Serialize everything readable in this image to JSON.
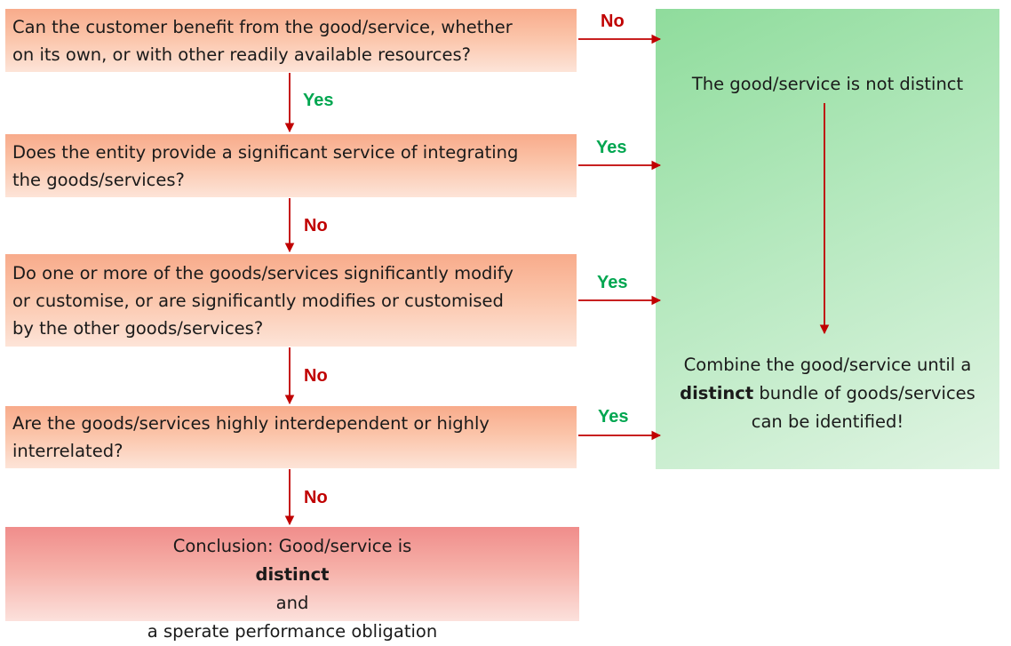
{
  "questions": [
    {
      "line1": "Can the customer benefit from the good/service, whether",
      "line2": "on its own, or with other readily available resources?"
    },
    {
      "line1": "Does the entity provide a significant service of integrating",
      "line2": "the goods/services?"
    },
    {
      "line1": "Do one or more of the goods/services significantly modify",
      "line2": "or customise, or are significantly modifies or customised",
      "line3": "by the other goods/services?"
    },
    {
      "line1": "Are the goods/services highly interdependent or highly",
      "line2": "interrelated?"
    }
  ],
  "side_labels": [
    "No",
    "Yes",
    "Yes",
    "Yes"
  ],
  "down_labels": [
    "Yes",
    "No",
    "No",
    "No"
  ],
  "green_panel": {
    "not_distinct": "The good/service is not distinct",
    "combine_line1_prefix": "Combine the good/service until a",
    "combine_line2_bold": "distinct",
    "combine_line2_rest": " bundle of goods/services",
    "combine_line3": "can be identified!"
  },
  "conclusion": {
    "line1_prefix": "Conclusion: Good/service is ",
    "line1_bold": "distinct",
    "line2": "and",
    "line3": "a sperate performance obligation"
  },
  "colors": {
    "question_box": "#fbc4a9",
    "green_panel": "#b4e8bd",
    "conclusion_box": "#f6b0a8",
    "arrow": "#c00000",
    "arrow_glow": "#6f8fff",
    "label_no": "#c00000",
    "label_yes": "#00a650"
  }
}
